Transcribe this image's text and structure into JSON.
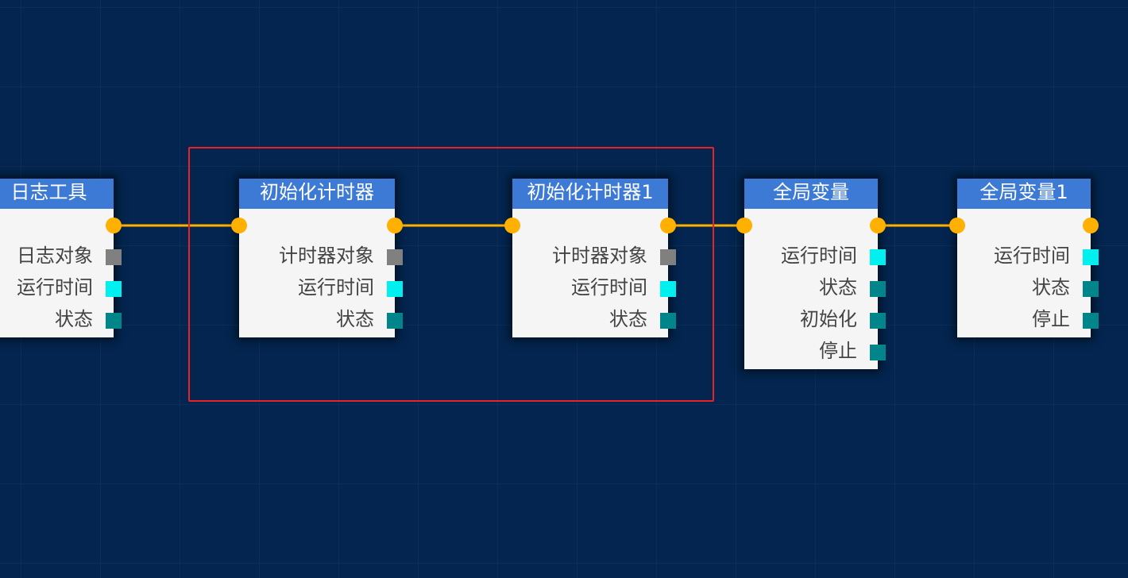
{
  "colors": {
    "background": "#03254f",
    "node_header": "#3d7ad6",
    "node_body": "#f5f5f5",
    "flow_port": "#ffb000",
    "wire": "#ffb000",
    "selection_border": "#e82227",
    "port_types": {
      "object": "#808080",
      "time": "#00f0f0",
      "status": "#00868a"
    }
  },
  "nodes": [
    {
      "id": "log",
      "title": "日志工具",
      "outputs": [
        {
          "label": "日志对象",
          "type": "object"
        },
        {
          "label": "运行时间",
          "type": "time"
        },
        {
          "label": "状态",
          "type": "status"
        }
      ]
    },
    {
      "id": "timer1",
      "title": "初始化计时器",
      "outputs": [
        {
          "label": "计时器对象",
          "type": "object"
        },
        {
          "label": "运行时间",
          "type": "time"
        },
        {
          "label": "状态",
          "type": "status"
        }
      ]
    },
    {
      "id": "timer2",
      "title": "初始化计时器1",
      "outputs": [
        {
          "label": "计时器对象",
          "type": "object"
        },
        {
          "label": "运行时间",
          "type": "time"
        },
        {
          "label": "状态",
          "type": "status"
        }
      ]
    },
    {
      "id": "globalvar1",
      "title": "全局变量",
      "outputs": [
        {
          "label": "运行时间",
          "type": "time"
        },
        {
          "label": "状态",
          "type": "status"
        },
        {
          "label": "初始化",
          "type": "status"
        },
        {
          "label": "停止",
          "type": "status"
        }
      ]
    },
    {
      "id": "globalvar2",
      "title": "全局变量1",
      "outputs": [
        {
          "label": "运行时间",
          "type": "time"
        },
        {
          "label": "状态",
          "type": "status"
        },
        {
          "label": "停止",
          "type": "status"
        }
      ]
    }
  ],
  "connections": [
    {
      "from": "log",
      "to": "timer1"
    },
    {
      "from": "timer1",
      "to": "timer2"
    },
    {
      "from": "timer2",
      "to": "globalvar1"
    },
    {
      "from": "globalvar1",
      "to": "globalvar2"
    }
  ],
  "selection": {
    "nodes": [
      "timer1",
      "timer2"
    ]
  }
}
